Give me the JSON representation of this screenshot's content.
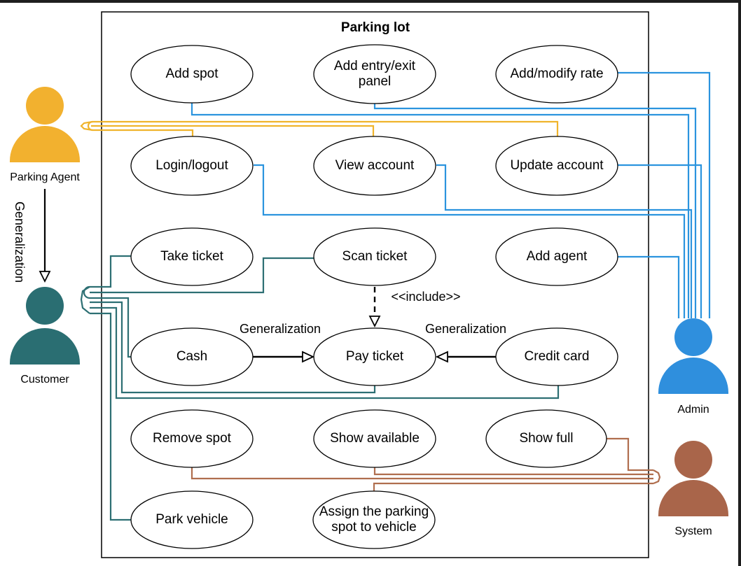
{
  "system_title": "Parking lot",
  "colors": {
    "agent": "#F2B12F",
    "customer": "#2A6E72",
    "admin": "#2F8FDD",
    "system": "#A9654A",
    "agent_line": "#F0B42C",
    "customer_line": "#2D6F73",
    "admin_line": "#2B94DE",
    "system_line": "#B06E4E"
  },
  "actors": {
    "agent": "Parking Agent",
    "customer": "Customer",
    "admin": "Admin",
    "system": "System"
  },
  "use_cases": {
    "add_spot": [
      "Add spot"
    ],
    "add_panel": [
      "Add entry/exit",
      "panel"
    ],
    "add_rate": [
      "Add/modify rate"
    ],
    "login": [
      "Login/logout"
    ],
    "view_account": [
      "View account"
    ],
    "update_account": [
      "Update account"
    ],
    "take_ticket": [
      "Take ticket"
    ],
    "scan_ticket": [
      "Scan ticket"
    ],
    "add_agent": [
      "Add agent"
    ],
    "cash": [
      "Cash"
    ],
    "pay_ticket": [
      "Pay ticket"
    ],
    "credit_card": [
      "Credit card"
    ],
    "remove_spot": [
      "Remove spot"
    ],
    "show_available": [
      "Show available"
    ],
    "show_full": [
      "Show full"
    ],
    "park_vehicle": [
      "Park vehicle"
    ],
    "assign_spot": [
      "Assign the parking",
      "spot to vehicle"
    ]
  },
  "relations": {
    "include": "<<include>>",
    "gen_cash": "Generalization",
    "gen_credit": "Generalization",
    "gen_actor": "Generalization"
  }
}
